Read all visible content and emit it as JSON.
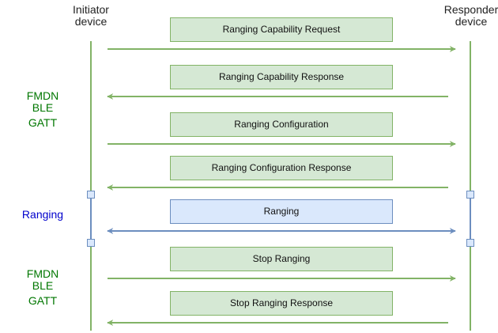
{
  "participants": {
    "initiator": {
      "line1": "Initiator",
      "line2": "device"
    },
    "responder": {
      "line1": "Responder",
      "line2": "device"
    }
  },
  "phases": [
    {
      "lines": [
        "FMDN",
        "BLE",
        "GATT"
      ],
      "color": "#007700"
    },
    {
      "lines": [
        "Ranging"
      ],
      "color": "#0000cc"
    },
    {
      "lines": [
        "FMDN",
        "BLE",
        "GATT"
      ],
      "color": "#007700"
    }
  ],
  "messages": [
    {
      "label": "Ranging Capability Request",
      "direction": "right",
      "style": "green"
    },
    {
      "label": "Ranging Capability Response",
      "direction": "left",
      "style": "green"
    },
    {
      "label": "Ranging Configuration",
      "direction": "right",
      "style": "green"
    },
    {
      "label": "Ranging Configuration Response",
      "direction": "left",
      "style": "green"
    },
    {
      "label": "Ranging",
      "direction": "both",
      "style": "blue"
    },
    {
      "label": "Stop Ranging",
      "direction": "right",
      "style": "green"
    },
    {
      "label": "Stop Ranging Response",
      "direction": "left",
      "style": "green"
    }
  ],
  "colors": {
    "green_stroke": "#82b366",
    "green_fill": "#d5e8d4",
    "blue_stroke": "#6c8ebf",
    "blue_fill": "#dae8fc"
  }
}
